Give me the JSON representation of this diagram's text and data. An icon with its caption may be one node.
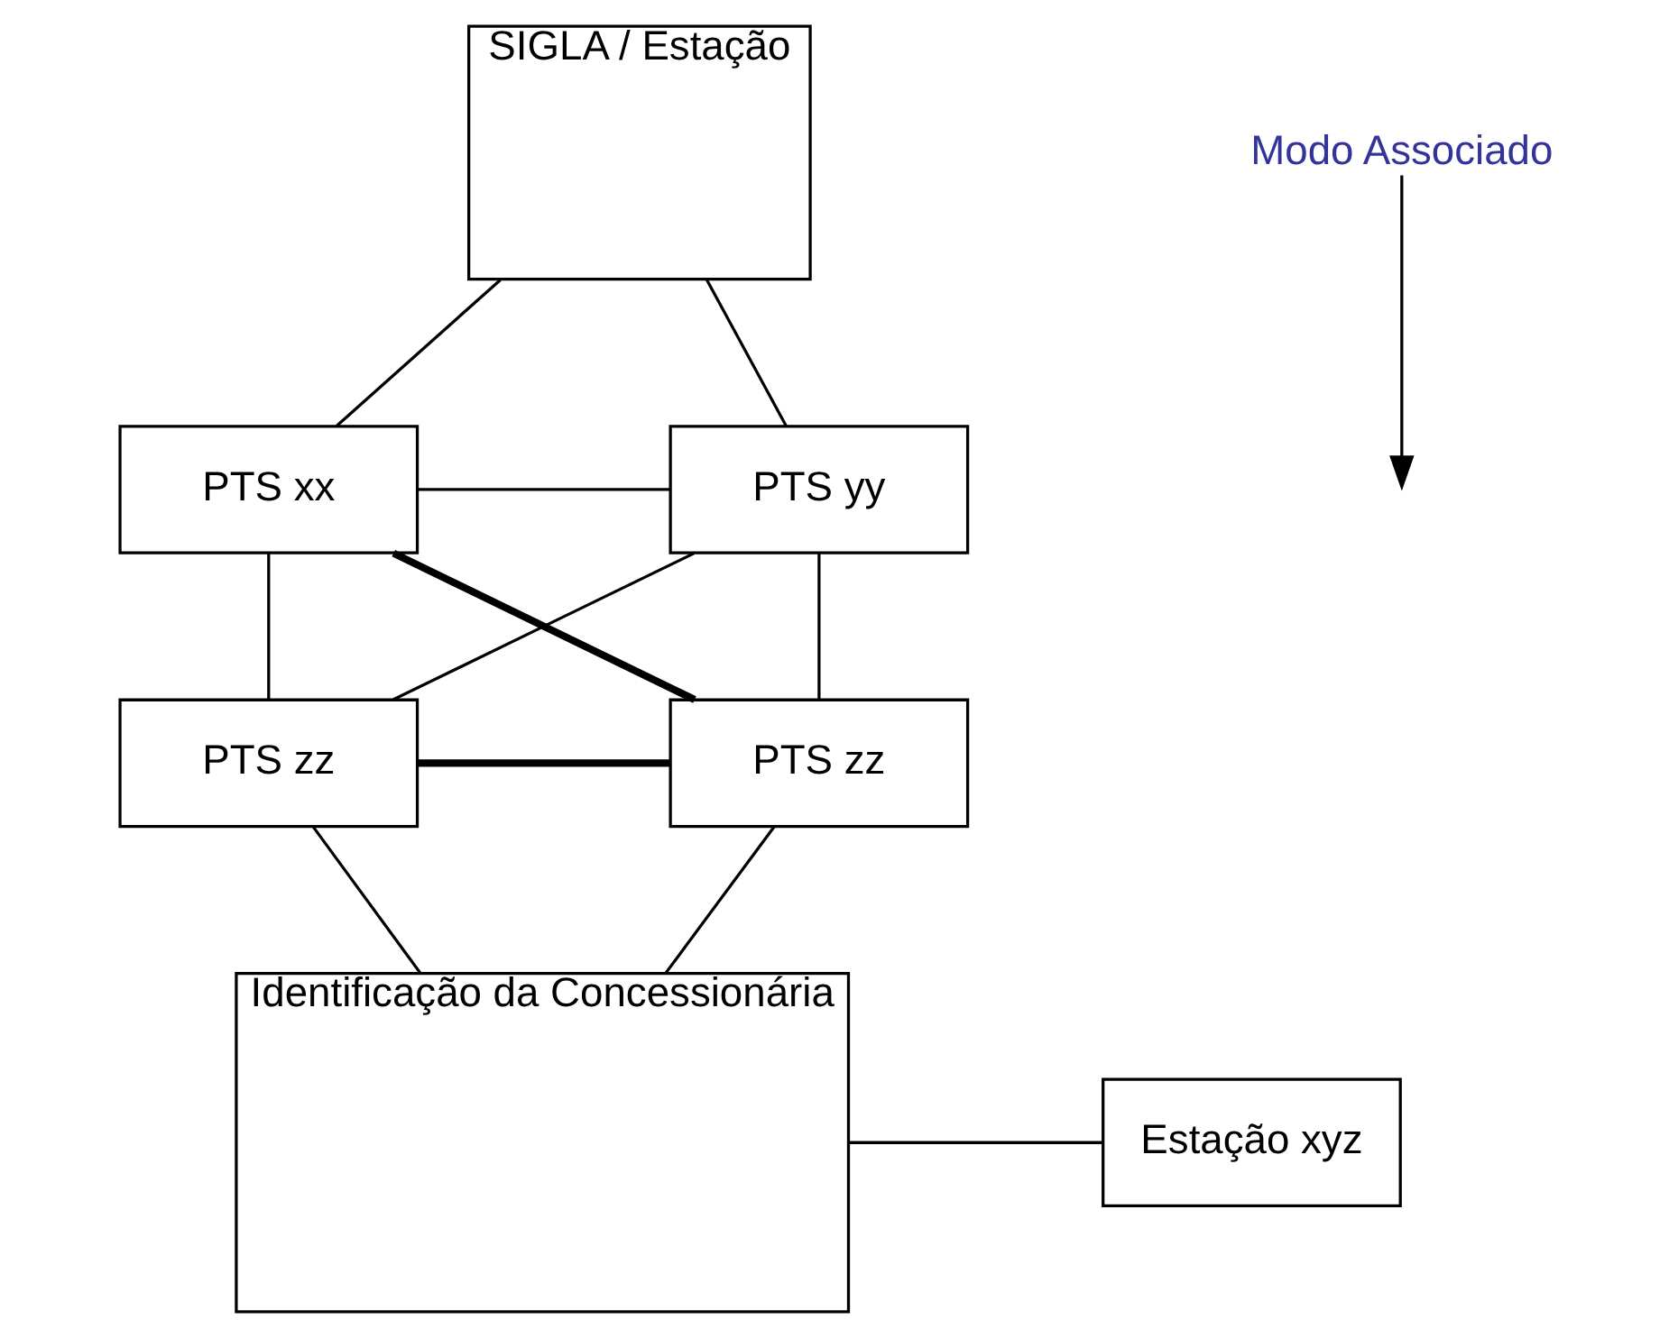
{
  "diagram": {
    "nodes": [
      {
        "text": [
          "SIGLA / Estação"
        ]
      },
      {
        "text": [
          "PTS xx"
        ]
      },
      {
        "text": [
          "PTS yy"
        ]
      },
      {
        "text": [
          "PTS zz"
        ]
      },
      {
        "text": [
          "PTS zz"
        ]
      },
      {
        "text": [
          "Identificação da Concessionária"
        ]
      },
      {
        "text": [
          "Estação xyz"
        ]
      },
      {
        "text": [
          "Modo Associado"
        ]
      }
    ],
    "edges": [
      {
        "from": 0,
        "to": 1,
        "arrow": "none"
      },
      {
        "from": 0,
        "to": 2,
        "arrow": "none"
      },
      {
        "from": 1,
        "to": 2,
        "arrow": "none"
      },
      {
        "from": 1,
        "to": 4,
        "arrow": "none",
        "style": "thick"
      },
      {
        "from": 2,
        "to": 3,
        "arrow": "none"
      },
      {
        "from": 1,
        "to": 3,
        "arrow": "none"
      },
      {
        "from": 2,
        "to": 4,
        "arrow": "none"
      },
      {
        "from": 3,
        "to": 4,
        "arrow": "none",
        "style": "thick"
      },
      {
        "from": 3,
        "to": 5,
        "arrow": "none"
      },
      {
        "from": 4,
        "to": 5,
        "arrow": "none"
      },
      {
        "from": 5,
        "to": 6,
        "arrow": "none"
      },
      {
        "from": 7,
        "to": null,
        "arrow": "to"
      }
    ]
  }
}
